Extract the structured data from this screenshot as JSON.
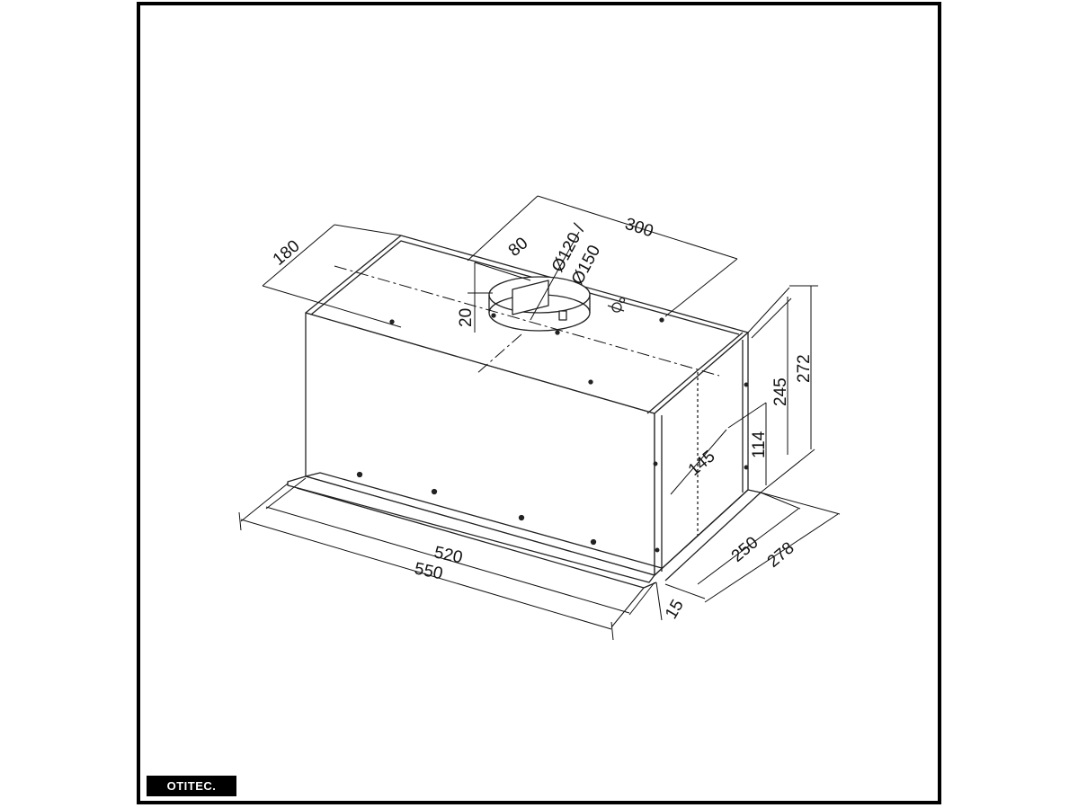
{
  "brand": {
    "label": "OTITEC."
  },
  "dimensions": {
    "width_inner": "520",
    "width_outer": "550",
    "depth_top": "180",
    "outlet_offset": "80",
    "outlet_height": "20",
    "outlet_diameter_a": "Ø120 /",
    "outlet_diameter_b": "Ø150",
    "top_length": "300",
    "height_total": "272",
    "height_body": "245",
    "side_height": "114",
    "side_width": "145",
    "depth_inner": "250",
    "depth_outer": "278",
    "flange": "15"
  }
}
